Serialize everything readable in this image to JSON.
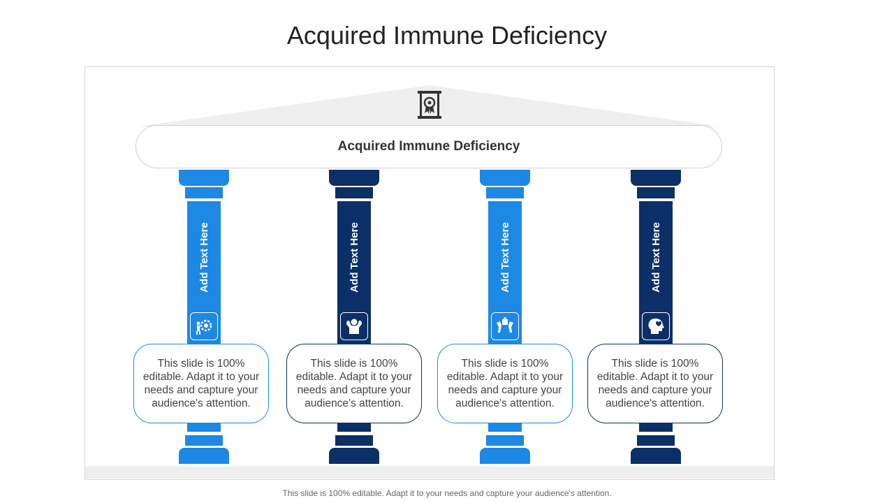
{
  "title": "Acquired Immune Deficiency",
  "banner_label": "Acquired Immune Deficiency",
  "colors": {
    "light_blue": "#1e88e5",
    "dark_blue": "#0b2f66",
    "roof": "#efefef"
  },
  "top_icon": "award-certificate-icon",
  "pillars": [
    {
      "label": "Add Text Here",
      "icon": "person-gear-icon",
      "description": "This slide is 100% editable. Adapt it to your needs and capture your audience's attention."
    },
    {
      "label": "Add Text Here",
      "icon": "muscle-man-icon",
      "description": "This slide is 100% editable. Adapt it to your needs and capture your audience's attention."
    },
    {
      "label": "Add Text Here",
      "icon": "puzzle-hands-icon",
      "description": "This slide is 100% editable. Adapt it to your needs and capture your audience's attention."
    },
    {
      "label": "Add Text Here",
      "icon": "head-heart-icon",
      "description": "This slide is 100% editable. Adapt it to your needs and capture your audience's attention."
    }
  ],
  "footer": "This slide is 100% editable. Adapt it to your needs and capture your audience's attention."
}
